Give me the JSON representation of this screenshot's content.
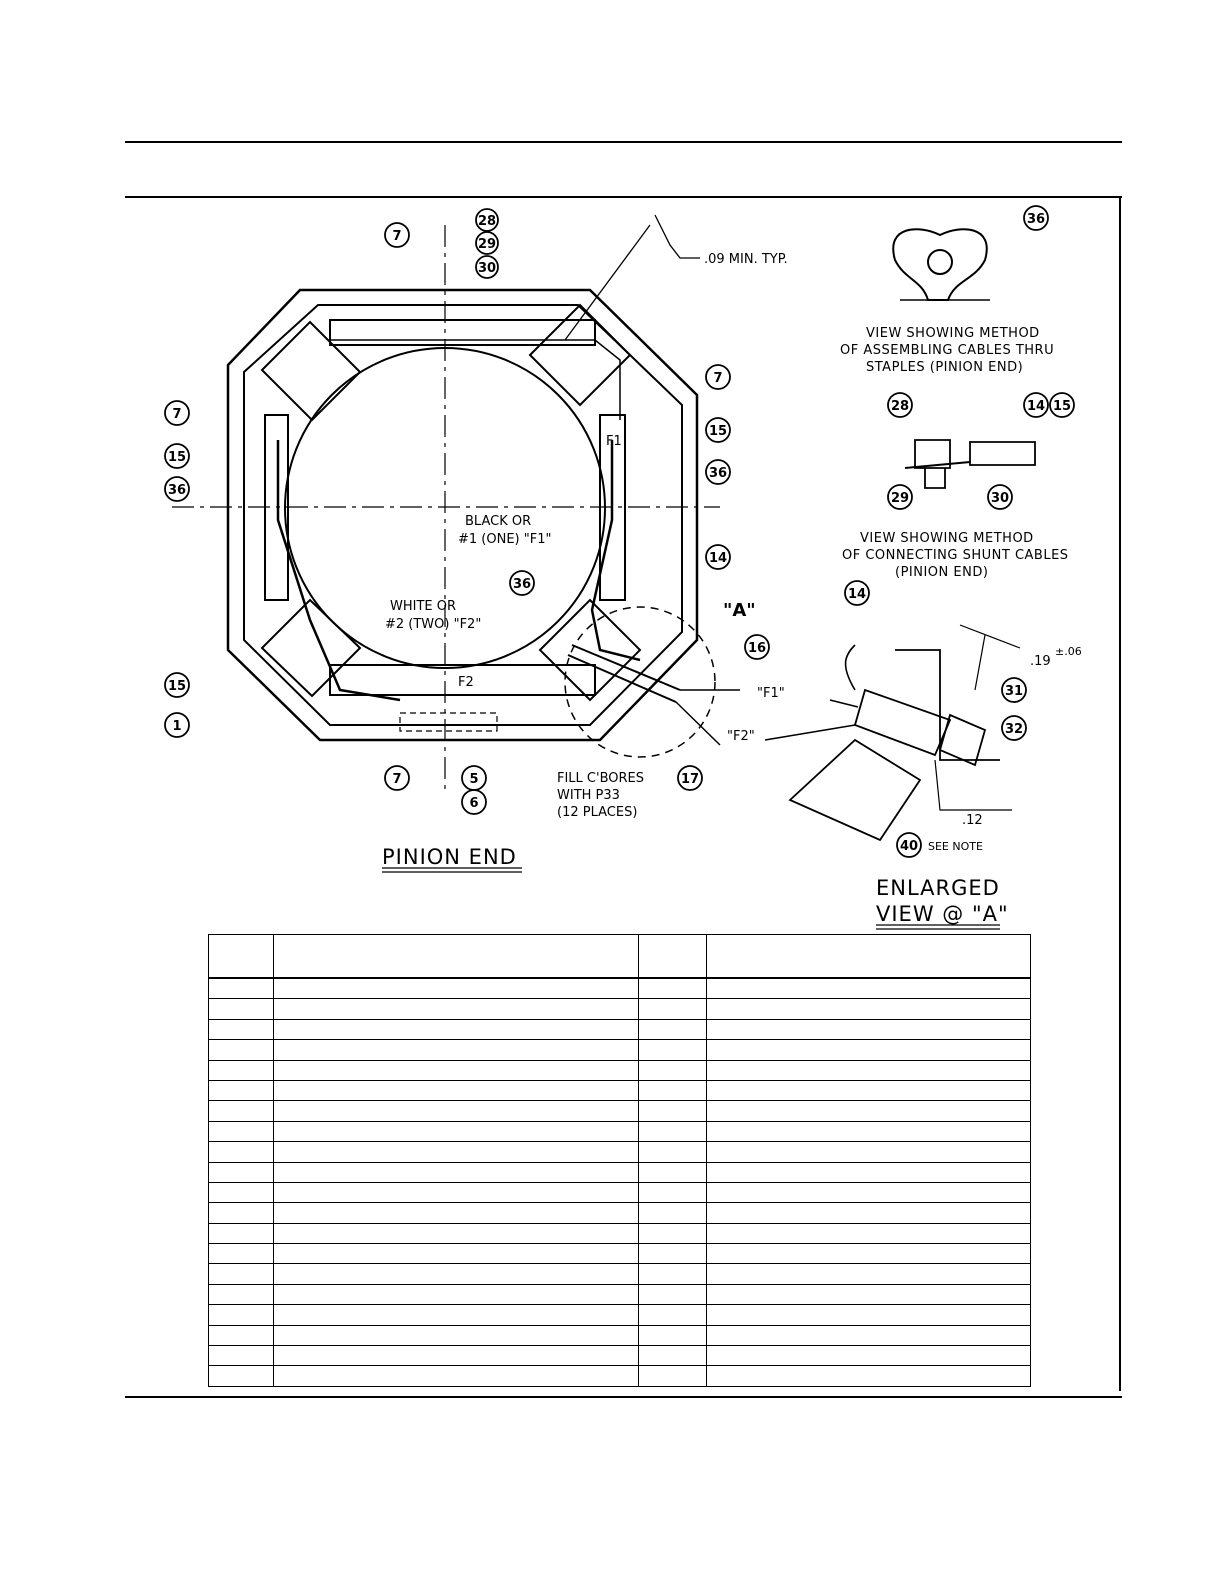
{
  "drawing": {
    "callouts": [
      "1",
      "5",
      "6",
      "7",
      "14",
      "15",
      "16",
      "17",
      "28",
      "29",
      "30",
      "31",
      "32",
      "36",
      "40"
    ],
    "annotations": {
      "min_typ": ".09 MIN. TYP.",
      "black_line1": "BLACK OR",
      "black_line2": "#1 (ONE) \"F1\"",
      "white_line1": "WHITE OR",
      "white_line2": "#2 (TWO) \"F2\"",
      "f1": "F1",
      "f2": "F2",
      "fill1": "FILL C'BORES",
      "fill2": "WITH P33",
      "fill3": "(12 PLACES)",
      "view_a": "\"A\"",
      "f1_quoted": "\"F1\"",
      "f2_quoted": "\"F2\"",
      "tol": ".19",
      "tol_sup": "±.06",
      "dim_12": ".12",
      "see_note": "SEE NOTE"
    },
    "captions": {
      "staples_1": "VIEW SHOWING METHOD",
      "staples_2": "OF ASSEMBLING CABLES THRU",
      "staples_3": "STAPLES (PINION END)",
      "shunt_1": "VIEW SHOWING METHOD",
      "shunt_2": "OF CONNECTING SHUNT CABLES",
      "shunt_3": "(PINION END)"
    },
    "titles": {
      "pinion_end": "PINION END",
      "enlarged_1": "ENLARGED",
      "enlarged_2": "VIEW @ \"A\""
    }
  },
  "table": {
    "rows": 20,
    "columns": 4
  }
}
